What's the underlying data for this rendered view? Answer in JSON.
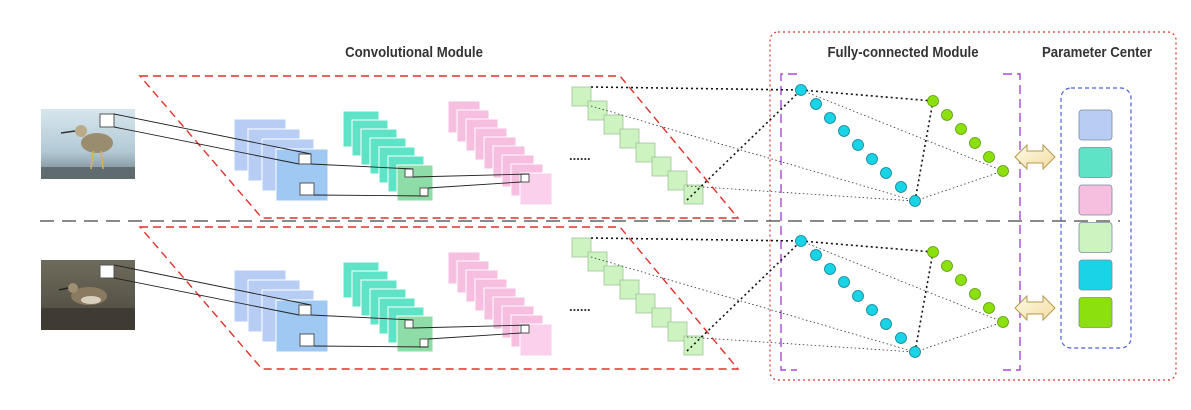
{
  "labels": {
    "conv_module": "Convolutional Module",
    "fc_module": "Fully-connected Module",
    "param_center": "Parameter Center",
    "ellipsis": "......"
  },
  "colors": {
    "conv_block_1": "#b7cdf4",
    "conv_block_1_front": "#9fc8f3",
    "conv_block_2": "#5fe3c6",
    "conv_block_2_front": "#8fdda6",
    "conv_block_3": "#f6bedf",
    "conv_block_3_front": "#fad0ec",
    "conv_block_4": "#cdf3c0",
    "fc_layer_1": "#19d3e6",
    "fc_layer_2": "#8be00d",
    "param_swatches": [
      "#b7cdf4",
      "#5fe3c6",
      "#f6bedf",
      "#cdf3c0",
      "#19d3e6",
      "#8be00d"
    ],
    "module_border": "#e0322a",
    "fc_border": "#a64bd6",
    "param_border": "#4a5fd8",
    "arrow_fill": "#fff2c8"
  },
  "rows": [
    {
      "name": "row-top",
      "image": "bird-standing-photo"
    },
    {
      "name": "row-bottom",
      "image": "bird-on-rocks-photo"
    }
  ]
}
